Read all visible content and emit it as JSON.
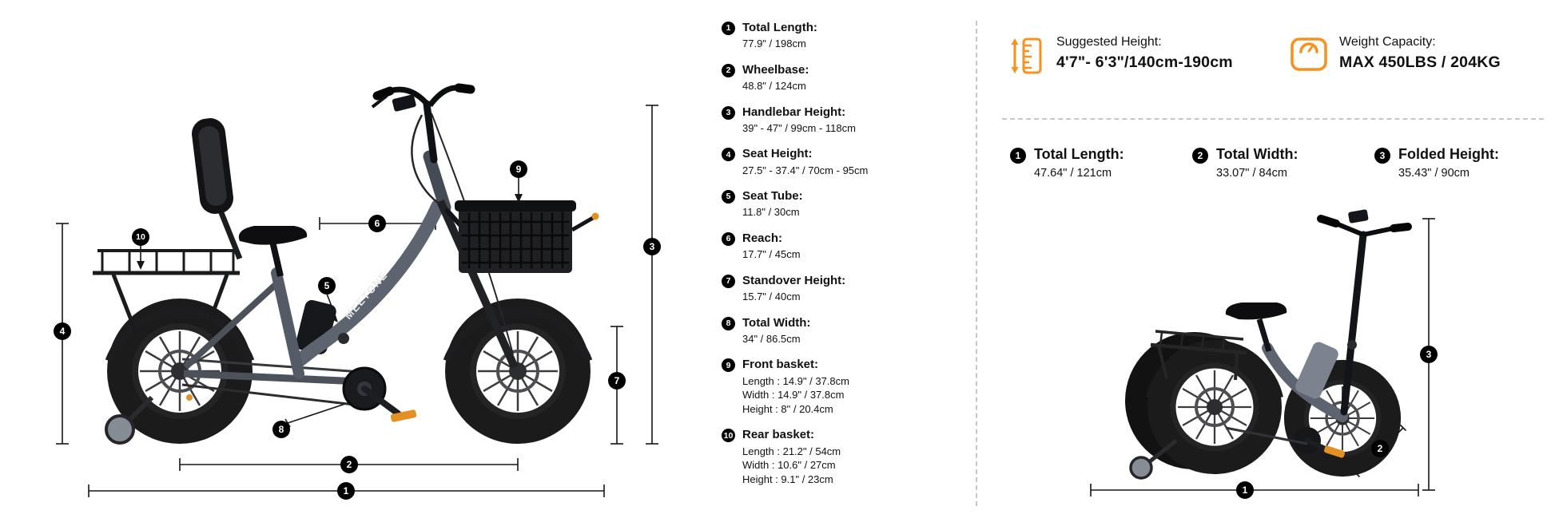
{
  "brand": "MEETONE",
  "colors": {
    "accent": "#f6921e",
    "marker": "#000000",
    "frame": "#5d6470"
  },
  "icons": {
    "suggested_height": "height-ruler-icon",
    "weight_capacity": "weight-scale-icon",
    "markers": "numbered-dot"
  },
  "side_view": {
    "markers": [
      "1",
      "2",
      "3",
      "4",
      "5",
      "6",
      "7",
      "8",
      "9",
      "10"
    ]
  },
  "specs": [
    {
      "num": "1",
      "label": "Total Length:",
      "value": "77.9\" / 198cm"
    },
    {
      "num": "2",
      "label": "Wheelbase:",
      "value": "48.8\" / 124cm"
    },
    {
      "num": "3",
      "label": "Handlebar Height:",
      "value": "39\" - 47\" / 99cm - 118cm"
    },
    {
      "num": "4",
      "label": "Seat Height:",
      "value": "27.5\" - 37.4\" / 70cm - 95cm"
    },
    {
      "num": "5",
      "label": "Seat Tube:",
      "value": "11.8\" / 30cm"
    },
    {
      "num": "6",
      "label": "Reach:",
      "value": "17.7\" / 45cm"
    },
    {
      "num": "7",
      "label": "Standover Height:",
      "value": "15.7\" / 40cm"
    },
    {
      "num": "8",
      "label": "Total Width:",
      "value": "34\" / 86.5cm"
    },
    {
      "num": "9",
      "label": "Front basket:",
      "value": "Length :  14.9\" / 37.8cm\nWidth :  14.9\" / 37.8cm\nHeight :  8\" / 20.4cm"
    },
    {
      "num": "10",
      "label": "Rear basket:",
      "value": "Length :  21.2\" / 54cm\nWidth :  10.6\" / 27cm\nHeight :  9.1\" / 23cm"
    }
  ],
  "rider_fit": {
    "height": {
      "label": "Suggested Height:",
      "value": "4'7\"- 6'3\"/140cm-190cm"
    },
    "weight": {
      "label": "Weight Capacity:",
      "value": "MAX 450LBS / 204KG"
    }
  },
  "folded": {
    "specs": [
      {
        "num": "1",
        "label": "Total Length:",
        "value": "47.64\" / 121cm"
      },
      {
        "num": "2",
        "label": "Total Width:",
        "value": "33.07\" / 84cm"
      },
      {
        "num": "3",
        "label": "Folded Height:",
        "value": "35.43\" / 90cm"
      }
    ]
  }
}
